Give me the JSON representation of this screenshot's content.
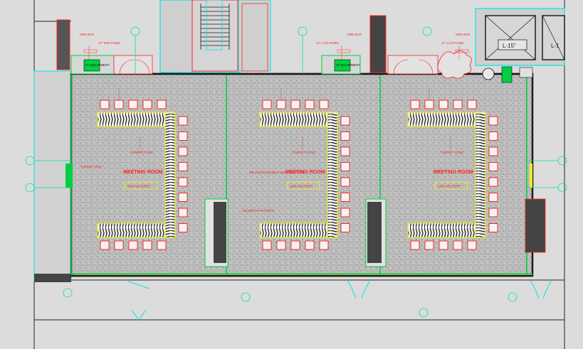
{
  "rooms": [
    {
      "name": "MEETING ROOM",
      "tag": "1100 SEATERS",
      "carpet": "CARPET COVE"
    },
    {
      "name": "MEETING ROOM",
      "tag": "1100 SEATERS",
      "carpet": "CARPET COVE"
    },
    {
      "name": "MEETING ROOM",
      "tag": "1100 SEATERS",
      "carpet": "CARPET COVE"
    }
  ],
  "annotations": {
    "mini_bar_1": "MINI BAR",
    "mini_bar_2": "MINI BAR",
    "mini_bar_3": "MINI BAR",
    "panel_1": "17\" MID PANEL",
    "panel_2": "17\" LCD PANEL",
    "panel_3": "17\" LCD PANEL",
    "av_equipment": "AV EQUIPMENT",
    "exhibit_line": "EXHIBIT LINE",
    "room_note_2": "RECONFIGURABLE MEETING ROOM",
    "partition_note": "FOLDING PARTITION",
    "lift_label_1": "L-15\"",
    "lift_label_2": "L-1"
  },
  "colors": {
    "background": "#dcdcdc",
    "wall": "#1a1a1a",
    "furniture": "#ff2020",
    "table": "#f0f020",
    "grid": "#00e0a0",
    "door": "#00e6e6"
  }
}
